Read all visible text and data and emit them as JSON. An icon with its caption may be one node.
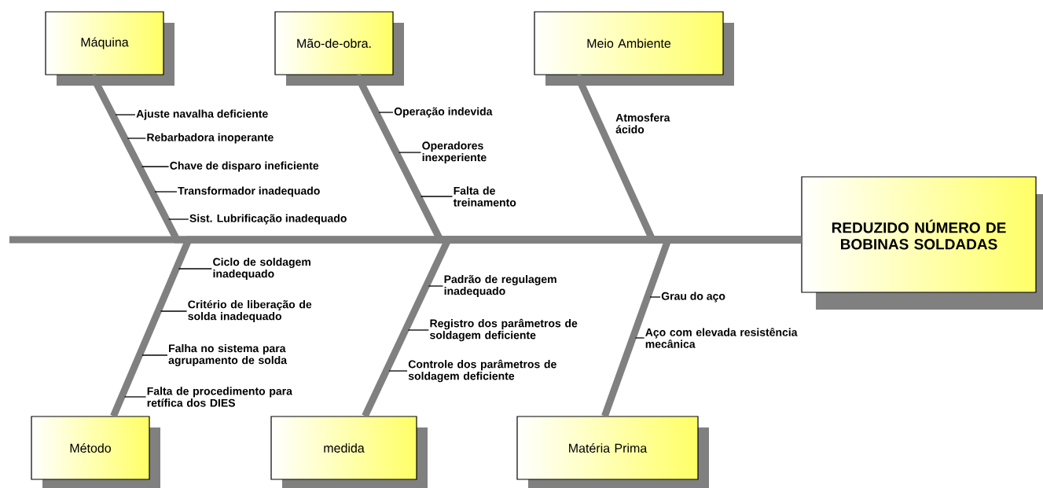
{
  "diagram": {
    "nodes": [
      {
        "text": [
          "Máquina"
        ]
      },
      {
        "text": [
          "Mão-de-obra."
        ]
      },
      {
        "text": [
          "Meio Ambiente"
        ]
      },
      {
        "text": [
          "REDUZIDO NÚMERO DE BOBINAS SOLDADAS"
        ]
      },
      {
        "text": [
          "Método"
        ]
      },
      {
        "text": [
          "medida"
        ]
      },
      {
        "text": [
          "Matéria Prima"
        ]
      },
      {
        "text": [
          "Ajuste navalha deficiente"
        ]
      },
      {
        "text": [
          "Rebarbadora inoperante"
        ]
      },
      {
        "text": [
          "Chave de disparo ineficiente"
        ]
      },
      {
        "text": [
          "Transformador inadequado"
        ]
      },
      {
        "text": [
          "Sist. Lubrificação inadequado"
        ]
      },
      {
        "text": [
          "Operação indevida"
        ]
      },
      {
        "text": [
          "Operadores inexperiente"
        ]
      },
      {
        "text": [
          "Falta de treinamento"
        ]
      },
      {
        "text": [
          "Ciclo de soldagem inadequado"
        ]
      },
      {
        "text": [
          "Critério de liberação de solda inadequado"
        ]
      },
      {
        "text": [
          "Falha no sistema para agrupamento de solda"
        ]
      },
      {
        "text": [
          "Falta de procedimento para retífica dos DIES"
        ]
      },
      {
        "text": [
          "Padrão de regulagem inadequado"
        ]
      },
      {
        "text": [
          "Registro dos parâmetros de soldagem deficiente"
        ]
      },
      {
        "text": [
          "Controle dos parâmetros de soldagem deficiente"
        ]
      },
      {
        "text": [
          "Grau do aço"
        ]
      },
      {
        "text": [
          "Aço com elevada resistência mecânica"
        ]
      }
    ],
    "edges": [
      {
        "from": 0,
        "to": 3,
        "arrow": "none",
        "style": "thick",
        "color": "#808080"
      },
      {
        "from": 1,
        "to": 3,
        "arrow": "none",
        "style": "thick",
        "color": "#808080"
      },
      {
        "from": 2,
        "to": 3,
        "arrow": "none",
        "style": "thick",
        "color": "#808080"
      },
      {
        "from": 4,
        "to": 3,
        "arrow": "none",
        "style": "thick",
        "color": "#808080"
      },
      {
        "from": 5,
        "to": 3,
        "arrow": "none",
        "style": "thick",
        "color": "#808080"
      },
      {
        "from": 6,
        "to": 3,
        "arrow": "none",
        "style": "thick",
        "color": "#808080"
      },
      {
        "from": null,
        "to": 3,
        "arrow": "none",
        "style": "thick",
        "color": "#808080"
      },
      {
        "from": 7,
        "to": null,
        "arrow": "none"
      },
      {
        "from": 8,
        "to": null,
        "arrow": "none"
      },
      {
        "from": 9,
        "to": null,
        "arrow": "none"
      },
      {
        "from": 10,
        "to": null,
        "arrow": "none"
      },
      {
        "from": 11,
        "to": null,
        "arrow": "none"
      },
      {
        "from": 12,
        "to": null,
        "arrow": "none"
      },
      {
        "from": 13,
        "to": null,
        "arrow": "none"
      },
      {
        "from": 14,
        "to": null,
        "arrow": "none"
      },
      {
        "from": 15,
        "to": null,
        "arrow": "none"
      },
      {
        "from": 16,
        "to": null,
        "arrow": "none"
      },
      {
        "from": 17,
        "to": null,
        "arrow": "none"
      },
      {
        "from": 18,
        "to": null,
        "arrow": "none"
      },
      {
        "from": 19,
        "to": null,
        "arrow": "none"
      },
      {
        "from": 20,
        "to": null,
        "arrow": "none"
      },
      {
        "from": 21,
        "to": null,
        "arrow": "none"
      },
      {
        "from": 22,
        "to": null,
        "arrow": "none"
      },
      {
        "from": 23,
        "to": null,
        "arrow": "none"
      }
    ],
    "labels": [
      "Atmosfera ácido"
    ]
  }
}
